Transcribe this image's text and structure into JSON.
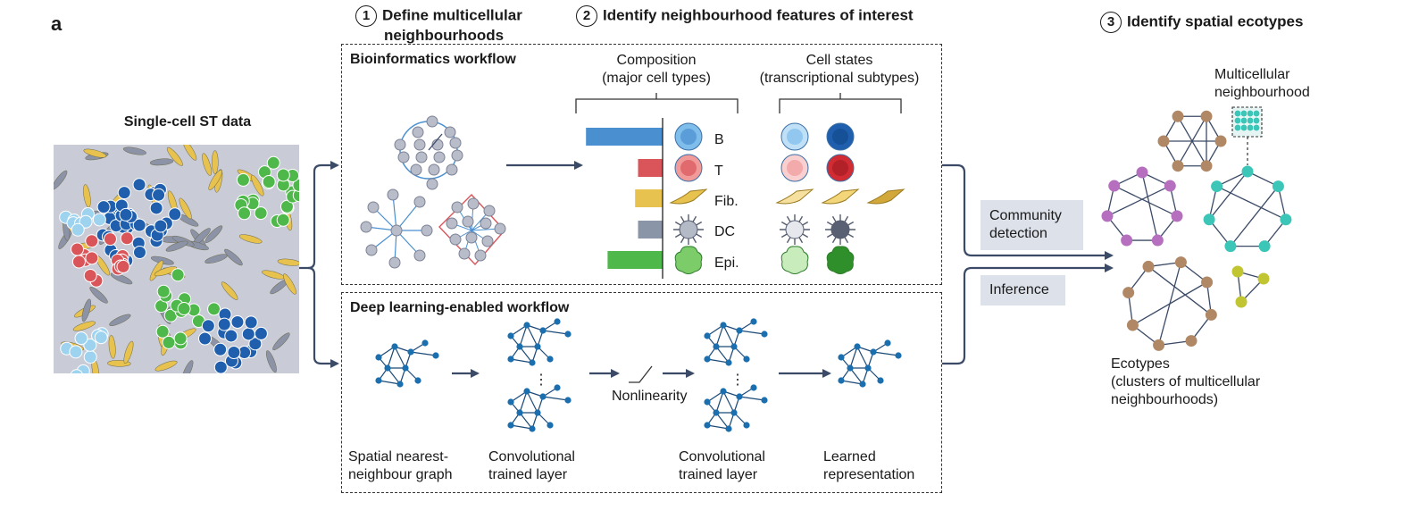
{
  "panel_letter": "a",
  "single_cell": {
    "title": "Single-cell ST data"
  },
  "steps": [
    {
      "num": "1",
      "title_line1": "Define multicellular",
      "title_line2": "neighbourhoods"
    },
    {
      "num": "2",
      "title": "Identify neighbourhood features of interest"
    },
    {
      "num": "3",
      "title": "Identify spatial ecotypes"
    }
  ],
  "bioinformatics": {
    "title": "Bioinformatics workflow",
    "composition_line1": "Composition",
    "composition_line2": "(major cell types)",
    "cellstates_line1": "Cell states",
    "cellstates_line2": "(transcriptional subtypes)",
    "cell_types": [
      {
        "label": "B",
        "bar": 0.78,
        "color": "#4a90d0"
      },
      {
        "label": "T",
        "bar": 0.25,
        "color": "#d9555a"
      },
      {
        "label": "Fib.",
        "bar": 0.28,
        "color": "#e8c24e"
      },
      {
        "label": "DC",
        "bar": 0.25,
        "color": "#8a95a8"
      },
      {
        "label": "Epi.",
        "bar": 0.56,
        "color": "#4fb84a"
      }
    ]
  },
  "deep_learning": {
    "title": "Deep learning-enabled workflow",
    "nonlinearity": "Nonlinearity",
    "dots": "⋮",
    "captions": [
      {
        "line1": "Spatial nearest-",
        "line2": "neighbour graph"
      },
      {
        "line1": "Convolutional",
        "line2": "trained layer"
      },
      {
        "line1": "Convolutional",
        "line2": "trained layer"
      },
      {
        "line1": "Learned",
        "line2": "representation"
      }
    ]
  },
  "methods": {
    "community_line1": "Community",
    "community_line2": "detection",
    "inference": "Inference"
  },
  "ecotypes": {
    "neighbourhood_line1": "Multicellular",
    "neighbourhood_line2": "neighbourhood",
    "caption_line1": "Ecotypes",
    "caption_line2": "(clusters of multicellular",
    "caption_line3": "neighbourhoods)"
  },
  "colors": {
    "b_cell": "#4a90d0",
    "t_cell": "#d9555a",
    "fibroblast": "#e8c24e",
    "dc": "#8a95a8",
    "epithelial": "#4fb84a",
    "graph_node": "#1b6fae",
    "arrow": "#3b4a66",
    "eco_brown": "#b08866",
    "eco_purple": "#b66fbf",
    "eco_teal": "#3cc6b8",
    "eco_yellow": "#c2c532"
  }
}
